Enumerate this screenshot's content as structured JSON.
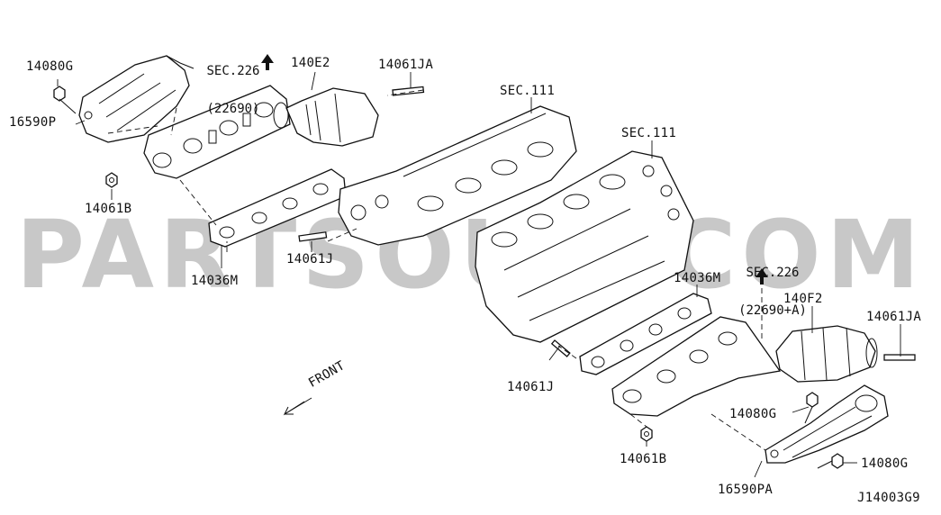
{
  "watermark": "PARTSOUQ.COM",
  "diagram_code": "J14003G9",
  "front_label": "FRONT",
  "labels": {
    "l_14080G_a": "14080G",
    "l_16590P": "16590P",
    "l_14061B_a": "14061B",
    "l_14036M_a": "14036M",
    "l_14061J_a": "14061J",
    "l_140E2": "140E2",
    "l_14061JA_a": "14061JA",
    "l_sec111_a": "SEC.111",
    "l_sec111_b": "SEC.111",
    "l_14036M_b": "14036M",
    "l_140F2": "140F2",
    "l_14061JA_b": "14061JA",
    "l_14061J_b": "14061J",
    "l_14080G_b": "14080G",
    "l_14080G_c": "14080G",
    "l_14061B_b": "14061B",
    "l_16590PA": "16590PA"
  },
  "sec_refs": {
    "left": {
      "line1": "SEC.226",
      "line2": "(22690)"
    },
    "right": {
      "line1": "SEC.226",
      "line2": "(22690+A)"
    }
  }
}
